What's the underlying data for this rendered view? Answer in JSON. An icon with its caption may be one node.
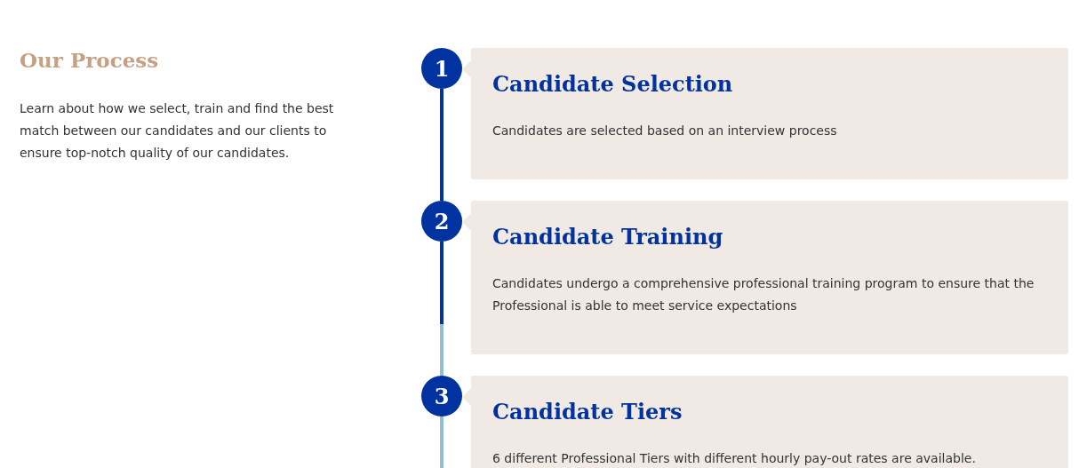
{
  "diagram": {
    "title": "Our Process",
    "nodes": [
      {
        "text": [
          "1"
        ]
      },
      {
        "text": [
          "Candidate Selection",
          "Candidates are selected based on an interview process"
        ]
      },
      {
        "text": [
          "2"
        ]
      },
      {
        "text": [
          "Candidate Training",
          "Candidates undergo a comprehensive professional training program to ensure that the Professional is able to meet service expectations"
        ]
      },
      {
        "text": [
          "3"
        ]
      },
      {
        "text": [
          "Candidate Tiers",
          "6 different Professional Tiers with different hourly pay-out rates are available."
        ]
      }
    ],
    "edges": [
      {
        "from": 0,
        "to": 2,
        "arrow": "none",
        "color": "#0033a0"
      },
      {
        "from": 2,
        "to": 4,
        "arrow": "none",
        "color": "#93bfcf"
      },
      {
        "from": 4,
        "to": null,
        "arrow": "none",
        "color": "#93bfcf"
      }
    ],
    "labels": [
      "Learn about how we select, train and find the best match between our candidates and our clients to ensure top-notch quality of our candidates."
    ]
  }
}
